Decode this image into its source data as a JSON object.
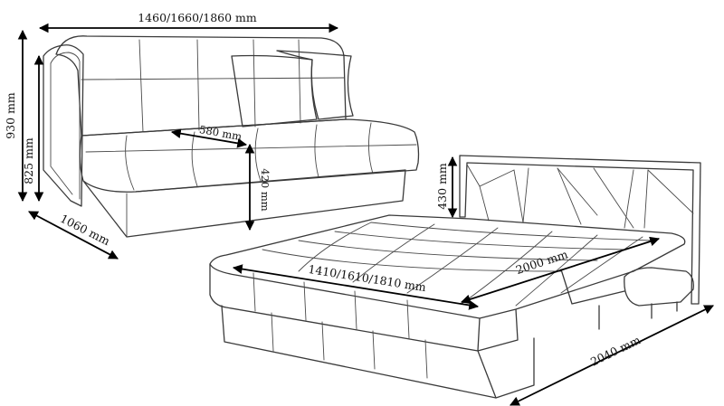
{
  "dimensions": {
    "sofa_width": "1460/1660/1860 mm",
    "sofa_height": "930 mm",
    "sofa_arm_height": "825 mm",
    "sofa_depth": "1060 mm",
    "seat_depth": "580 mm",
    "seat_height": "420 mm",
    "back_height": "430 mm",
    "bed_width": "1410/1610/1810 mm",
    "bed_length": "2000 mm",
    "bed_total_length": "2040 mm"
  },
  "colors": {
    "line": "#3a3a3a",
    "dimension": "#000000"
  }
}
